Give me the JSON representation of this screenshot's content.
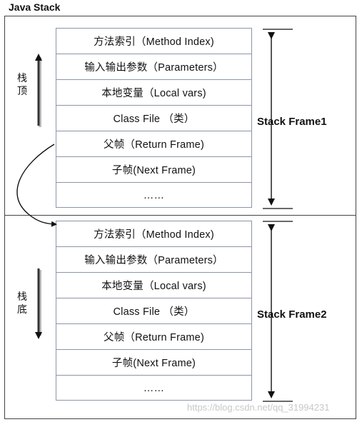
{
  "diagram": {
    "title": "Java Stack",
    "frames": [
      {
        "label": "Stack Frame1",
        "rows": [
          "方法索引（Method Index)",
          "输入输出参数（Parameters）",
          "本地变量（Local vars)",
          "Class File （类）",
          "父帧（Return Frame)",
          "子帧(Next Frame)",
          "……"
        ]
      },
      {
        "label": "Stack Frame2",
        "rows": [
          "方法索引（Method Index)",
          "输入输出参数（Parameters）",
          "本地变量（Local vars)",
          "Class File （类）",
          "父帧（Return Frame)",
          "子帧(Next Frame)",
          "……"
        ]
      }
    ],
    "stack_top_label": "栈\n顶",
    "stack_bottom_label": "栈\n底",
    "watermark": "https://blog.csdn.net/qq_31994231"
  }
}
